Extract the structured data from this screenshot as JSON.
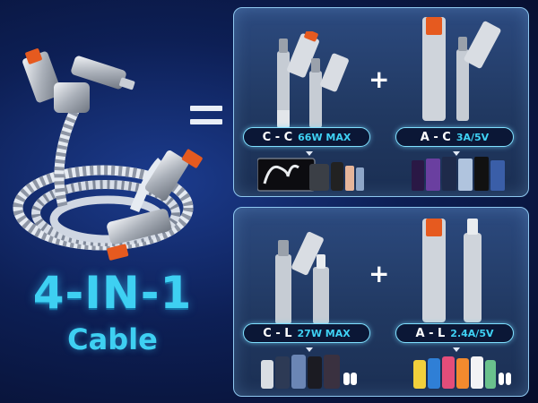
{
  "hero": {
    "title": "4-IN-1",
    "subtitle": "Cable"
  },
  "panels": [
    {
      "combos": [
        {
          "connector": "C - C",
          "spec": "66W MAX"
        },
        {
          "connector": "A - C",
          "spec": "3A/5V"
        }
      ]
    },
    {
      "combos": [
        {
          "connector": "C - L",
          "spec": "27W MAX"
        },
        {
          "connector": "A - L",
          "spec": "2.4A/5V"
        }
      ]
    }
  ],
  "plus_symbol": "+",
  "colors": {
    "accent": "#3ed0f2",
    "panel": "#243d6b",
    "background": "#0d1f55"
  }
}
